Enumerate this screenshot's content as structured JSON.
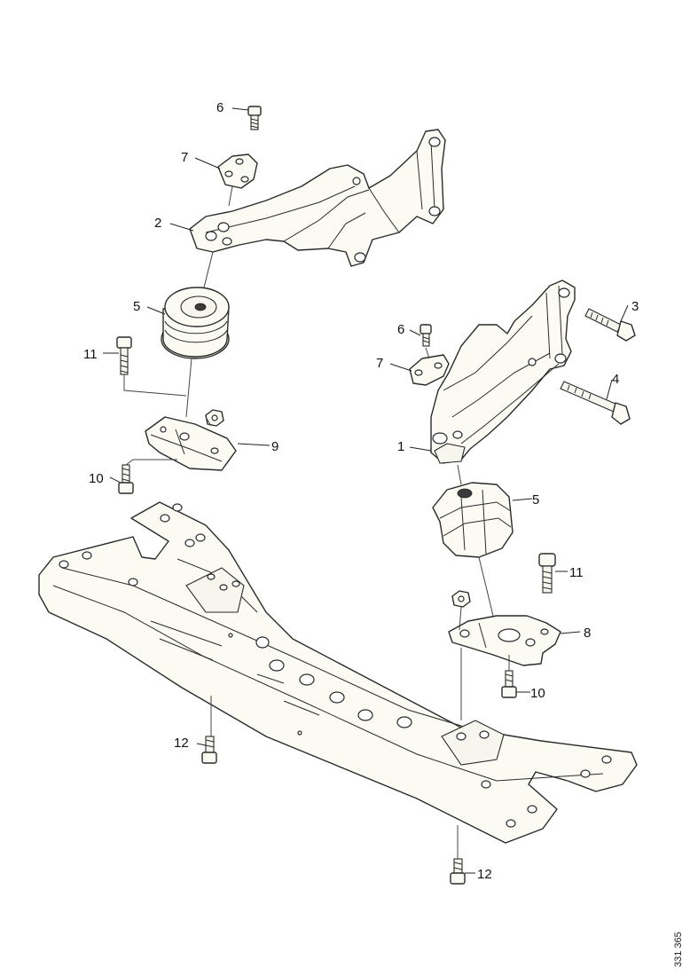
{
  "diagram": {
    "callouts": [
      {
        "id": "c6a",
        "text": "6"
      },
      {
        "id": "c7a",
        "text": "7"
      },
      {
        "id": "c2",
        "text": "2"
      },
      {
        "id": "c5a",
        "text": "5"
      },
      {
        "id": "c11a",
        "text": "11"
      },
      {
        "id": "c9",
        "text": "9"
      },
      {
        "id": "c10a",
        "text": "10"
      },
      {
        "id": "c3",
        "text": "3"
      },
      {
        "id": "c6b",
        "text": "6"
      },
      {
        "id": "c7b",
        "text": "7"
      },
      {
        "id": "c4",
        "text": "4"
      },
      {
        "id": "c1",
        "text": "1"
      },
      {
        "id": "c5b",
        "text": "5"
      },
      {
        "id": "c11b",
        "text": "11"
      },
      {
        "id": "c8",
        "text": "8"
      },
      {
        "id": "c10b",
        "text": "10"
      },
      {
        "id": "c12a",
        "text": "12"
      },
      {
        "id": "c12b",
        "text": "12"
      }
    ],
    "document_id": "331 365"
  }
}
